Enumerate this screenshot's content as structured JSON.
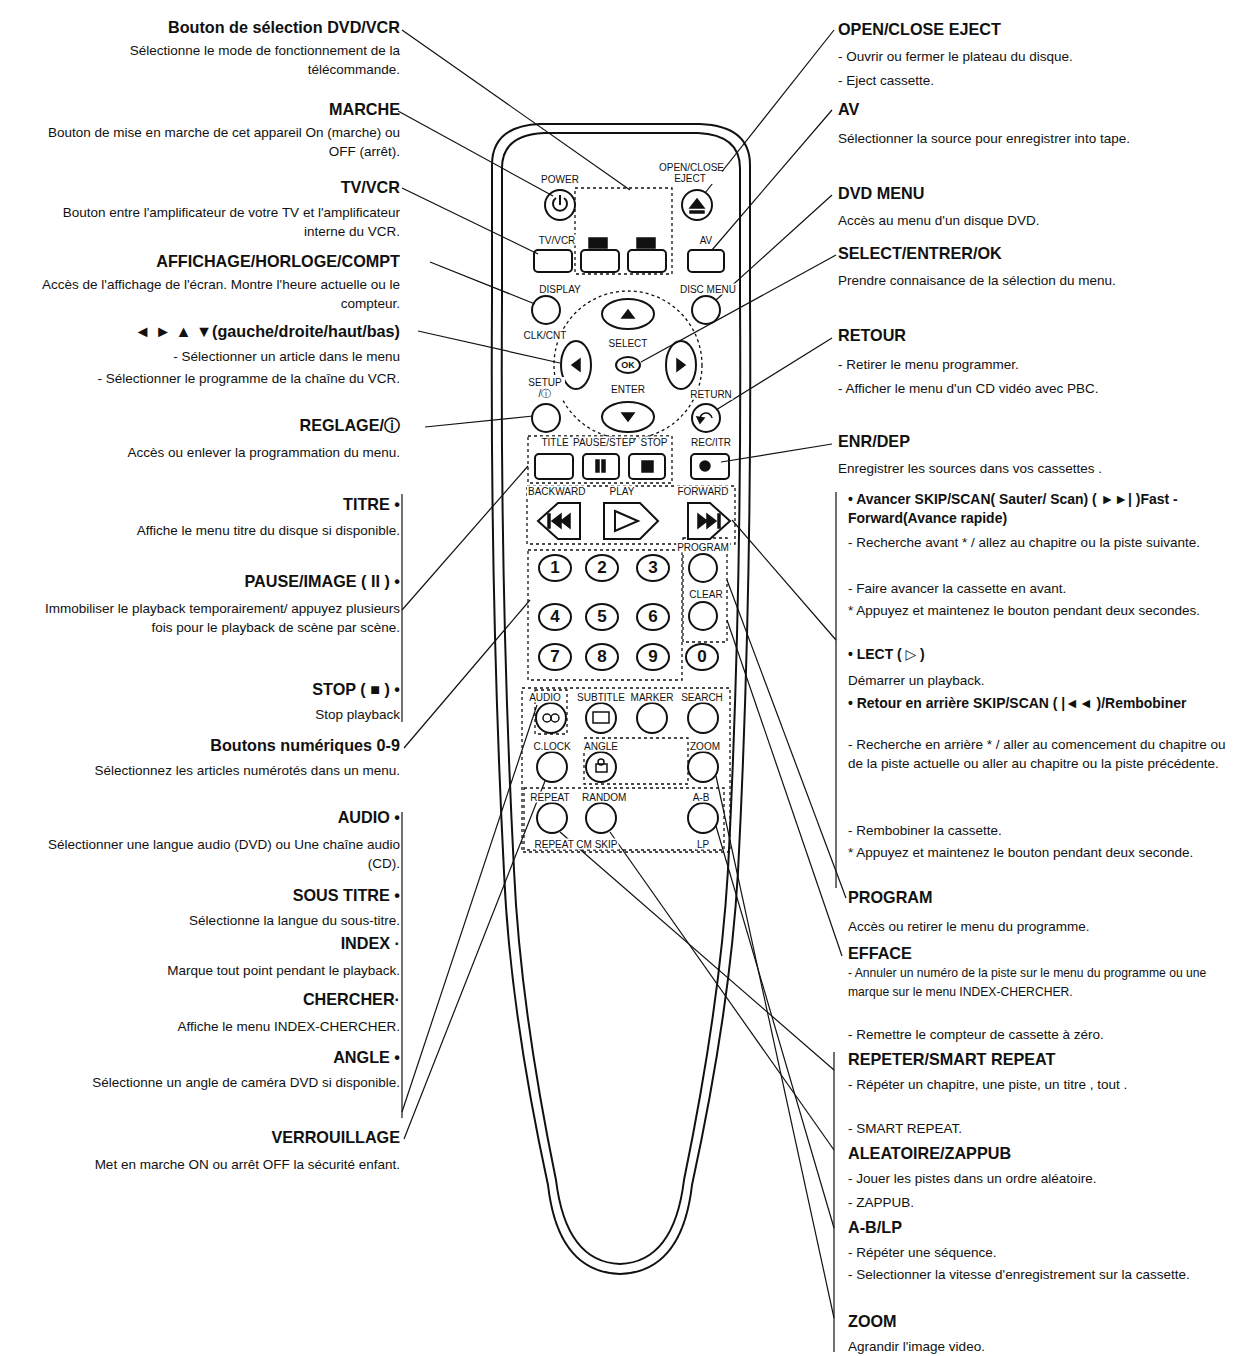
{
  "diagram": {
    "nodes": [
      {
        "text": [
          "1"
        ]
      },
      {
        "text": [
          "2"
        ]
      },
      {
        "text": [
          "3"
        ]
      },
      {
        "text": [
          "4"
        ]
      },
      {
        "text": [
          "5"
        ]
      },
      {
        "text": [
          "6"
        ]
      },
      {
        "text": [
          "7"
        ]
      },
      {
        "text": [
          "8"
        ]
      },
      {
        "text": [
          "9"
        ]
      },
      {
        "text": [
          "0"
        ]
      },
      {
        "text": [
          "OK"
        ]
      }
    ],
    "labels": [
      "Bouton de sélection DVD/VCR",
      "Sélectionne le mode de fonctionnement de la télécommande.",
      "MARCHE",
      "Bouton de mise en marche de cet appareil On (marche) ou OFF (arrêt).",
      "TV/VCR",
      "Bouton entre l'amplificateur de votre TV et l'amplificateur interne du VCR.",
      "AFFICHAGE/HORLOGE/COMPT",
      "Accès de l'affichage de l'écran. Montre l'heure actuelle ou le compteur.",
      "◄ ► ▲ ▼(gauche/droite/haut/bas)",
      "- Sélectionner un article dans le menu",
      "- Sélectionner le programme de la chaîne du VCR.",
      "REGLAGE/ⓘ",
      "Accès ou enlever la programmation du menu.",
      "TITRE •",
      "Affiche le menu titre du disque si disponible.",
      "PAUSE/IMAGE ( II ) •",
      "Immobiliser le playback temporairement/ appuyez plusieurs fois pour le playback de scène par scène.",
      "STOP ( ■ ) •",
      "Stop playback",
      "Boutons numériques 0-9",
      "Sélectionnez les articles numérotés dans un menu.",
      "AUDIO •",
      "Sélectionner une langue audio (DVD) ou Une chaîne audio (CD).",
      "SOUS TITRE •",
      "Sélectionne la langue du sous-titre.",
      "INDEX ·",
      "Marque tout point pendant le playback.",
      "CHERCHER·",
      "Affiche le menu INDEX-CHERCHER.",
      "ANGLE •",
      "Sélectionne un angle de caméra DVD si disponible.",
      "VERROUILLAGE",
      "Met en marche ON ou arrêt OFF la sécurité enfant.",
      "OPEN/CLOSE EJECT",
      "- Ouvrir ou fermer le plateau du disque.",
      "- Eject cassette.",
      "AV",
      "Sélectionner la source pour enregistrer into tape.",
      "DVD MENU",
      "Accès au menu d'un disque DVD.",
      "SELECT/ENTRER/OK",
      "Prendre connaisance de la sélection du menu.",
      "RETOUR",
      "- Retirer le menu programmer.",
      "- Afficher le menu d'un CD vidéo avec PBC.",
      "ENR/DEP",
      "Enregistrer les sources dans vos cassettes .",
      "• Avancer SKIP/SCAN( Sauter/ Scan) ( ►►| )Fast - Forward(Avance rapide)",
      "- Recherche avant * / allez au chapitre ou la piste suivante.",
      "- Faire avancer la cassette en avant.",
      "* Appuyez et maintenez le bouton pendant deux secondes.",
      "• LECT ( ▷ )",
      "Démarrer un playback.",
      "• Retour en arrière SKIP/SCAN ( |◄◄ )/Rembobiner",
      "- Recherche en arrière * / aller au comencement du chapitre ou de la piste actuelle ou aller au chapitre ou la piste précédente.",
      "- Rembobiner la cassette.",
      "* Appuyez et maintenez le bouton pendant deux seconde.",
      "PROGRAM",
      "Accès ou retirer le menu du programme.",
      "EFFACE",
      "- Annuler un numéro de la piste sur le menu du programme ou une marque sur le menu INDEX-CHERCHER.",
      "- Remettre le compteur de cassette à zéro.",
      "REPETER/SMART REPEAT",
      "- Répéter un chapitre, une piste, un titre , tout .",
      "- SMART REPEAT.",
      "ALEATOIRE/ZAPPUB",
      "- Jouer les pistes dans un ordre aléatoire.",
      "- ZAPPUB.",
      "A-B/LP",
      "- Répéter une séquence.",
      "- Selectionner la vitesse d'enregistrement sur la cassette.",
      "ZOOM",
      "Agrandir l'image video.",
      "POWER",
      "OPEN/CLOSE EJECT",
      "TV/VCR",
      "AV",
      "DISPLAY",
      "DISC MENU",
      "CLK/CNT",
      "SELECT",
      "ENTER",
      "SETUP /ⓘ",
      "RETURN",
      "TITLE",
      "PAUSE/STEP",
      "STOP",
      "REC/ITR",
      "BACKWARD",
      "PLAY",
      "FORWARD",
      "PROGRAM",
      "CLEAR",
      "AUDIO",
      "SUBTITLE",
      "MARKER",
      "SEARCH",
      "C.LOCK",
      "ANGLE",
      "ZOOM",
      "REPEAT",
      "RANDOM",
      "A-B",
      "REPEAT CM SKIP",
      "LP"
    ]
  }
}
